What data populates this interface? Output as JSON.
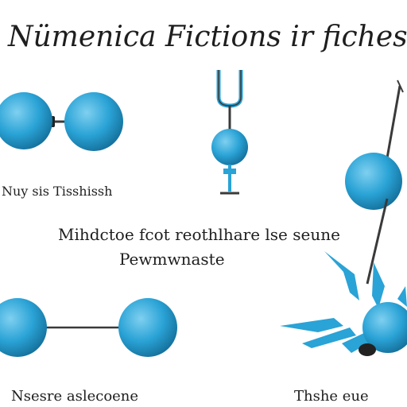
{
  "title": "Nümenica Fictions ir fiches",
  "labels": {
    "top_left": "Nuy sis Tisshissh",
    "middle_line1": "Mihdctoe fcot reothlhare lse seune",
    "middle_line2": "Pewmwnaste",
    "bottom_left": "Nsesre aslecoene",
    "bottom_right": "Thshe eue"
  },
  "colors": {
    "sphere": "#2aa3d6",
    "sphere_highlight": "#7fd0f0",
    "sphere_shadow": "#146f9a",
    "stroke": "#3a3a3a",
    "background": "#ffffff"
  }
}
